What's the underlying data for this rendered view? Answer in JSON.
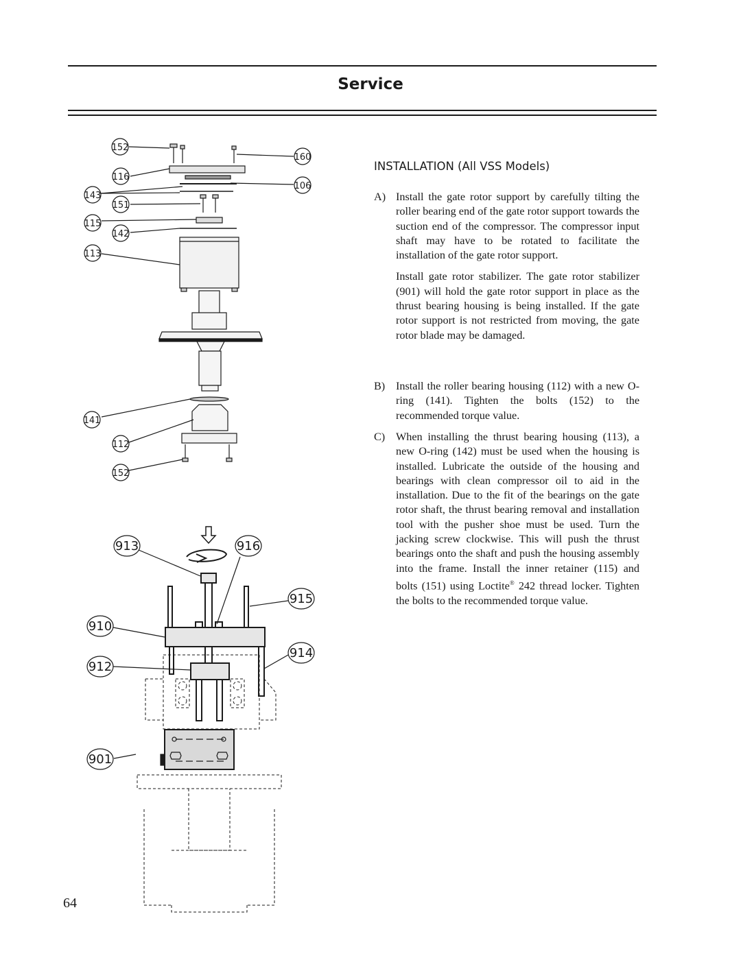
{
  "header": {
    "title": "Service"
  },
  "figure": {
    "upper_callouts": [
      "152",
      "160",
      "116",
      "106",
      "143",
      "151",
      "115",
      "142",
      "113",
      "141",
      "112",
      "152"
    ],
    "lower_callouts": [
      "913",
      "916",
      "915",
      "910",
      "914",
      "912",
      "901"
    ]
  },
  "section": {
    "heading": "INSTALLATION (All VSS Models)",
    "steps": [
      {
        "letter": "A)",
        "text": "Install the gate rotor support by carefully tilting the roller bearing end of the gate rotor support towards the suction end of the compressor. The compressor input shaft may have to be rotated to facilitate the installation of the gate rotor support.",
        "note": "Install gate rotor stabilizer. The gate rotor stabilizer (901) will hold the gate rotor support in place as the thrust bearing housing is being installed. If the gate rotor support is not restricted from moving, the gate rotor blade may be damaged."
      },
      {
        "letter": "B)",
        "text": "Install the roller bearing housing (112) with a new O-ring (141). Tighten the bolts (152) to the recommended torque value."
      },
      {
        "letter": "C)",
        "text_before": "When installing the thrust bearing housing (113), a new O-ring (142) must be used when the housing is installed. Lubricate the outside of the housing and bearings with clean compressor oil to aid in the installation. Due to the fit of the bearings on the gate rotor shaft, the thrust bearing removal and installation tool with the pusher shoe must be used. Turn the jacking screw clockwise. This will push the thrust bearings onto the shaft and push the housing assembly into the frame. Install the inner retainer (115) and bolts (151) using Loctite",
        "registered_mark": "®",
        "text_after": " 242 thread locker. Tighten the bolts to the recommended torque value."
      }
    ]
  },
  "footer": {
    "page_number": "64"
  }
}
